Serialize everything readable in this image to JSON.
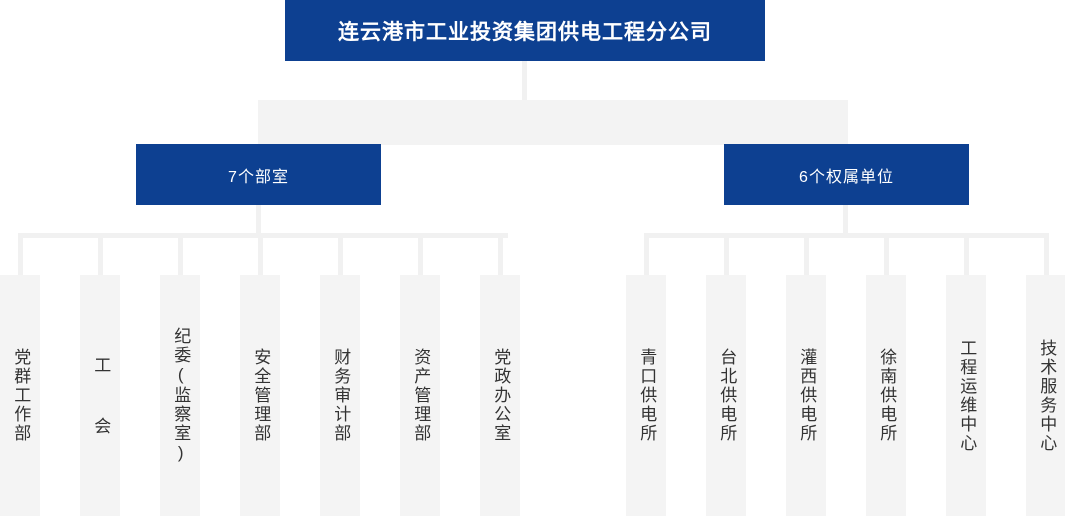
{
  "chart_type": "organization-chart",
  "colors": {
    "node_fill": "#0d4091",
    "node_text": "#ffffff",
    "leaf_fill": "#f4f4f4",
    "leaf_text": "#333333",
    "connector": "#f1f1f1",
    "slab": "#f3f3f3",
    "page_background": "#ffffff"
  },
  "root": {
    "label": "连云港市工业投资集团供电工程分公司"
  },
  "groups": [
    {
      "id": "departments",
      "label": "7个部室",
      "count": 7,
      "children": [
        {
          "label": "党群工作部"
        },
        {
          "label": "工  会"
        },
        {
          "label": "纪委(监察室)"
        },
        {
          "label": "安全管理部"
        },
        {
          "label": "财务审计部"
        },
        {
          "label": "资产管理部"
        },
        {
          "label": "党政办公室"
        }
      ]
    },
    {
      "id": "subsidiaries",
      "label": "6个权属单位",
      "count": 6,
      "children": [
        {
          "label": "青口供电所"
        },
        {
          "label": "台北供电所"
        },
        {
          "label": "灌西供电所"
        },
        {
          "label": "徐南供电所"
        },
        {
          "label": "工程运维中心"
        },
        {
          "label": "技术服务中心"
        }
      ]
    }
  ]
}
